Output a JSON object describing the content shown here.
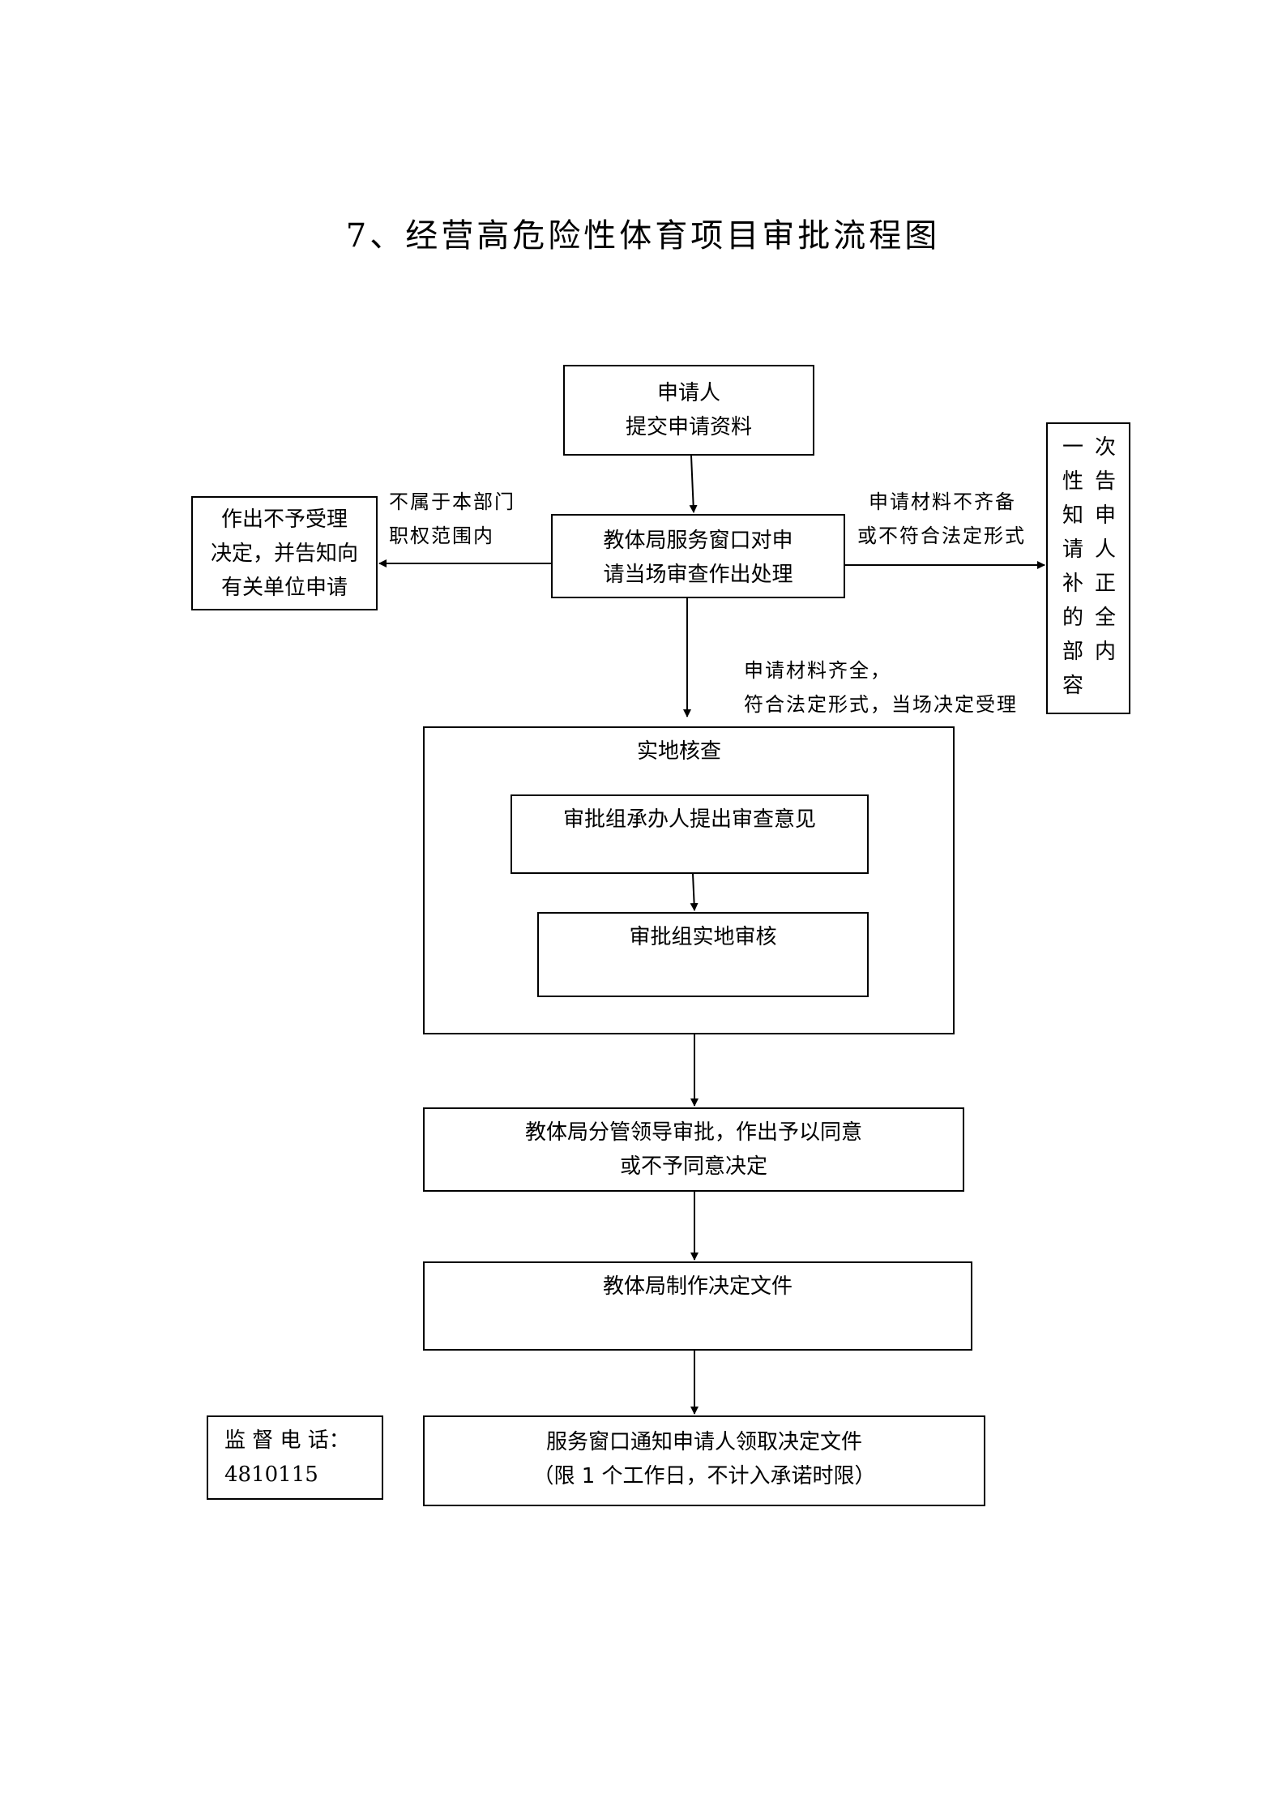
{
  "title": "7、经营高危险性体育项目审批流程图",
  "nodes": {
    "applicant": [
      "申请人",
      "提交申请资料"
    ],
    "window_review": [
      "教体局服务窗口对申",
      "请当场审查作出处理"
    ],
    "reject": [
      "作出不予受理",
      "决定，并告知向",
      "有关单位申请"
    ],
    "notify": [
      "一",
      "性",
      "知",
      "请",
      "补",
      "的",
      "部",
      "容"
    ],
    "notify_col2": [
      "次",
      "告",
      "申",
      "人",
      "正",
      "全",
      "内"
    ],
    "site_check_title": "实地核查",
    "opinion": "审批组承办人提出审查意见",
    "site_audit": "审批组实地审核",
    "leader": [
      "教体局分管领导审批，作出予以同意",
      "或不予同意决定"
    ],
    "make_doc": "教体局制作决定文件",
    "final": [
      "服务窗口通知申请人领取决定文件",
      "（限 1 个工作日，不计入承诺时限）"
    ],
    "supervise": [
      "监 督 电 话：",
      "4810115"
    ]
  },
  "edge_labels": {
    "not_in_scope": [
      "不属于本部门",
      "职权范围内"
    ],
    "incomplete": [
      "申请材料不齐备",
      "或不符合法定形式"
    ],
    "complete": [
      "申请材料齐全，",
      "符合法定形式，当场决定受理"
    ]
  }
}
